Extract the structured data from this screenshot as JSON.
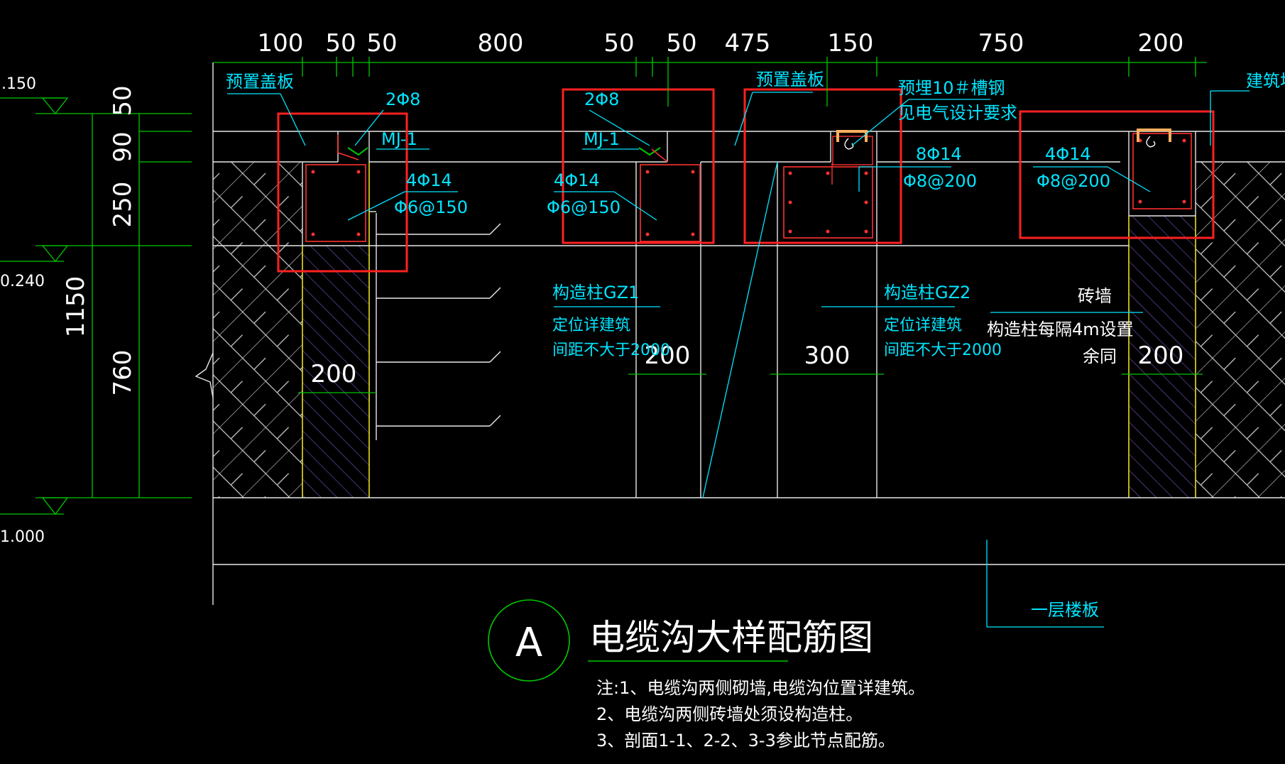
{
  "colors": {
    "background": "#000000",
    "dimension": "#00c800",
    "annotation": "#00e5ff",
    "rebar": "#ff3030",
    "highlight": "#ff2020",
    "outline": "#e8e8e8",
    "hatch": "#c8c8c8",
    "column_hatch": "#7a55c8",
    "column_edge": "#e8e020",
    "channel_steel": "#ffb060"
  },
  "top_dimensions": [
    "100",
    "50",
    "50",
    "800",
    "50",
    "50",
    "475",
    "150",
    "750",
    "200"
  ],
  "left_dimensions": [
    "50",
    "90",
    "250",
    "1150",
    "760"
  ],
  "level_marks": [
    ".150",
    "0.240",
    "1.000"
  ],
  "bottom_widths": [
    "200",
    "200",
    "300",
    "200"
  ],
  "labels": {
    "cover_plate_1": "预置盖板",
    "cover_plate_2": "预置盖板",
    "embed_channel_1": "预埋10＃槽钢",
    "embed_channel_2": "见电气设计要求",
    "building_ground": "建筑地面",
    "rebar_top_1": "2Φ8",
    "rebar_top_2": "2Φ8",
    "mj_1": "MJ-1",
    "mj_2": "MJ-1",
    "main_rebar_1": "4Φ14",
    "stirrup_1": "Φ6@150",
    "main_rebar_2": "4Φ14",
    "stirrup_2": "Φ6@150",
    "main_rebar_3": "8Φ14",
    "stirrup_3": "Φ8@200",
    "main_rebar_4": "4Φ14",
    "stirrup_4": "Φ8@200",
    "gz1_title": "构造柱GZ1",
    "gz1_line1": "定位详建筑",
    "gz1_line2": "间距不大于2000",
    "gz2_title": "构造柱GZ2",
    "gz2_line1": "定位详建筑",
    "gz2_line2": "间距不大于2000",
    "brick_wall": "砖墙",
    "gz_spacing": "构造柱每隔4m设置",
    "remainder_same": "余同",
    "floor_slab": "一层楼板"
  },
  "title": {
    "bubble": "A",
    "text": "电缆沟大样配筋图"
  },
  "notes": [
    "注:1、电缆沟两侧砌墙,电缆沟位置详建筑。",
    "2、电缆沟两侧砖墙处须设构造柱。",
    "3、剖面1-1、2-2、3-3参此节点配筋。"
  ]
}
